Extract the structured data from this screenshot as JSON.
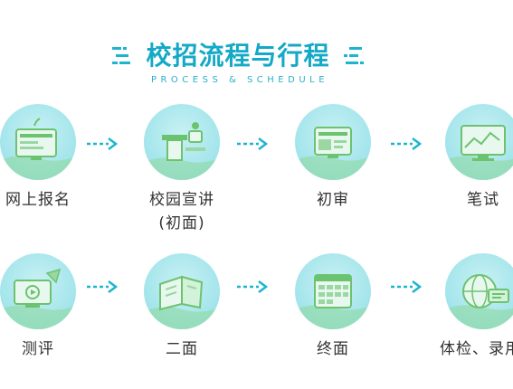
{
  "header": {
    "title": "校招流程与行程",
    "subtitle": "PROCESS & SCHEDULE"
  },
  "colors": {
    "accent": "#14a9c6",
    "circle": "#a6e6ec",
    "icon_green": "#6cc36f",
    "text": "#333333"
  },
  "steps": [
    {
      "label": "网上报名",
      "sub": "",
      "icon": "monitor-form-icon"
    },
    {
      "label": "校园宣讲",
      "sub": "(初面)",
      "icon": "lectern-icon"
    },
    {
      "label": "初审",
      "sub": "",
      "icon": "screen-review-icon"
    },
    {
      "label": "笔试",
      "sub": "",
      "icon": "chart-monitor-icon"
    },
    {
      "label": "测评",
      "sub": "",
      "icon": "online-assessment-icon"
    },
    {
      "label": "二面",
      "sub": "",
      "icon": "open-book-icon"
    },
    {
      "label": "终面",
      "sub": "",
      "icon": "calendar-icon"
    },
    {
      "label": "体检、录用",
      "sub": "",
      "icon": "globe-cards-icon"
    }
  ]
}
